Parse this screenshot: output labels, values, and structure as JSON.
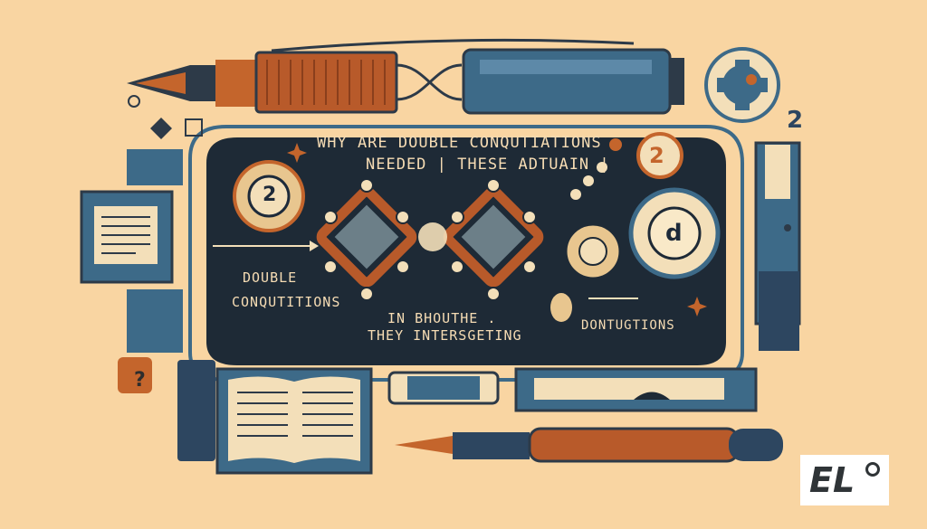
{
  "text": {
    "line1": "WHY ARE DOUBLE CONQUTIATIONS",
    "line2": "NEEDED | THESE ADTUAIN |",
    "left1": "DOUBLE",
    "left2": "CONQUTITIONS",
    "mid1": "IN BHOUTHE .",
    "mid2": "THEY INTERSGETING",
    "right1": "DONTUGTIONS"
  },
  "numbers": {
    "badge_left": "2",
    "badge_right": "2",
    "badge_d": "d",
    "corner_right": "2",
    "question": "?"
  },
  "logo": {
    "text": "EL"
  },
  "colors": {
    "background": "#f9d5a2",
    "panel": "#1e2a36",
    "blue": "#3d6a88",
    "orange": "#c4652c",
    "cream": "#f3dfb9"
  },
  "icons": [
    "fountain-pen-icon",
    "ballpoint-pen-icon",
    "open-book-icon",
    "gear-icon",
    "document-icon",
    "chain-link-icon",
    "question-icon",
    "sparkle-icon"
  ]
}
